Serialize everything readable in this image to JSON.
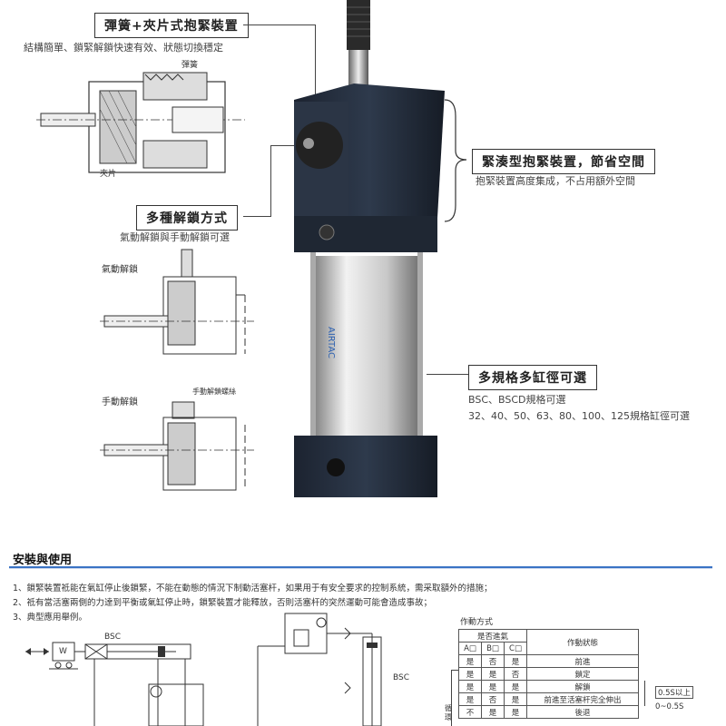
{
  "features": {
    "clamp": {
      "title": "彈簧+夾片式抱緊裝置",
      "desc": "結構簡單、鎖緊解鎖快速有效、狀態切換穩定",
      "label_spring": "彈簧",
      "label_clip": "夾片"
    },
    "compact": {
      "title": "緊湊型抱緊裝置，節省空間",
      "desc": "抱緊裝置高度集成，不占用額外空間"
    },
    "unlock": {
      "title": "多種解鎖方式",
      "desc": "氣動解鎖與手動解鎖可選",
      "pneumatic": "氣動解鎖",
      "manual": "手動解鎖",
      "manual_screw": "手動解鎖螺絲"
    },
    "bore": {
      "title": "多規格多缸徑可選",
      "desc1": "BSC、BSCD規格可選",
      "desc2": "32、40、50、63、80、100、125規格缸徑可選"
    }
  },
  "product": {
    "brand": "AIRTAC"
  },
  "install": {
    "title": "安裝與使用",
    "notes": [
      "1、鎖緊裝置祗能在氣缸停止後鎖緊，不能在動態的情況下制動活塞杆，如果用于有安全要求的控制系統，需采取額外的措施；",
      "2、祗有當活塞兩側的力達到平衡或氣缸停止時，鎖緊裝置才能釋放，否則活塞杆的突然運動可能會造成事故；",
      "3、典型應用舉例。"
    ],
    "diagram1_label": "BSC",
    "diagram1_w": "W",
    "diagram2_label": "BSC"
  },
  "operation": {
    "title": "作動方式",
    "header_supply": "是否進氣",
    "header_state": "作動狀態",
    "cols": [
      "A□",
      "B□",
      "C□"
    ],
    "rows": [
      {
        "a": "是",
        "b": "否",
        "c": "是",
        "state": "前進"
      },
      {
        "a": "是",
        "b": "是",
        "c": "否",
        "state": "鎖定"
      },
      {
        "a": "是",
        "b": "是",
        "c": "是",
        "state": "解鎖"
      },
      {
        "a": "是",
        "b": "否",
        "c": "是",
        "state": "前進至活塞杆完全伸出"
      },
      {
        "a": "不",
        "b": "是",
        "c": "是",
        "state": "後退"
      }
    ],
    "side_label": "循環",
    "timing1": "0.5S以上",
    "timing2": "0~0.5S"
  }
}
